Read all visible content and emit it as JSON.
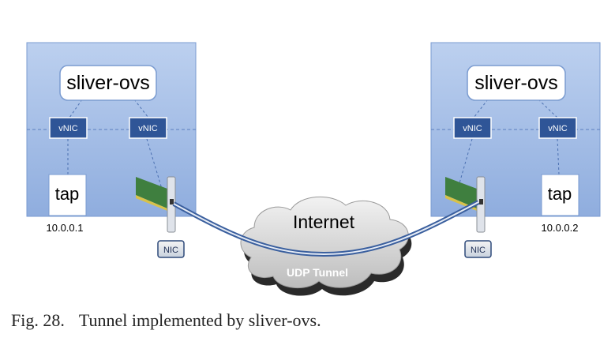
{
  "left_host": {
    "switch_label": "sliver-ovs",
    "vnic_labels": [
      "vNIC",
      "vNIC"
    ],
    "tap_label": "tap",
    "ip_address": "10.0.0.1",
    "nic_label": "NIC"
  },
  "right_host": {
    "switch_label": "sliver-ovs",
    "vnic_labels": [
      "vNIC",
      "vNIC"
    ],
    "tap_label": "tap",
    "ip_address": "10.0.0.2",
    "nic_label": "NIC"
  },
  "internet": {
    "label": "Internet",
    "tunnel_label": "UDP Tunnel"
  },
  "caption": {
    "figure_number": "Fig. 28.",
    "text": "Tunnel implemented by sliver-ovs."
  },
  "colors": {
    "host_fill": "#9db8e2",
    "host_border": "#7a9bd0",
    "vnic_fill": "#2f5597",
    "cloud_fill": "#c8c8c8",
    "tunnel": "#3a5f9e",
    "nic_card": "#3f7f3f"
  }
}
